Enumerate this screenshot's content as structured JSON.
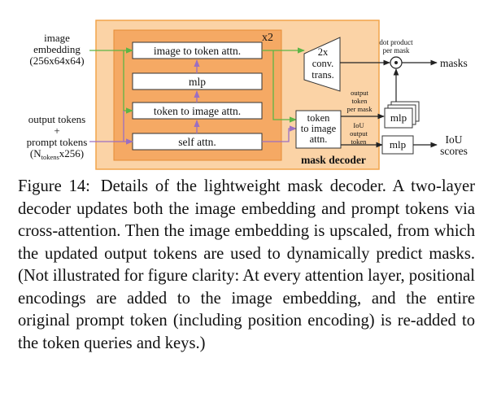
{
  "figure": {
    "inputs": {
      "image_embedding": [
        "image",
        "embedding",
        "(256x64x64)"
      ],
      "tokens_line1": "output tokens",
      "tokens_plus": "+",
      "tokens_line3": "prompt tokens",
      "tokens_shape_prefix": "(N",
      "tokens_shape_sub": "tokens",
      "tokens_shape_suffix": "x256)"
    },
    "repeat_label": "x2",
    "layers": {
      "image_to_token": "image to token attn.",
      "mlp": "mlp",
      "token_to_image": "token to image attn.",
      "self_attn": "self attn."
    },
    "upscale": [
      "2x",
      "conv.",
      "trans."
    ],
    "dot_product": [
      "dot product",
      "per mask"
    ],
    "final_attn": [
      "token",
      "to image",
      "attn."
    ],
    "output_token_per_mask": [
      "output",
      "token",
      "per mask"
    ],
    "iou_output_token": [
      "IoU",
      "output",
      "token"
    ],
    "mask_mlp": "mlp",
    "iou_mlp": "mlp",
    "outputs": {
      "masks": "masks",
      "iou": [
        "IoU",
        "scores"
      ]
    },
    "decoder_label": "mask decoder",
    "colors": {
      "decoder_bg": "#fbd3a6",
      "decoder_border": "#f2a44a",
      "layer_bg": "#f5a964",
      "image_arrow": "#5cb545",
      "token_arrow": "#9b6fc2",
      "dark_arrow": "#222222"
    }
  },
  "caption": {
    "label": "Figure 14:",
    "text": "Details of the lightweight mask decoder. A two-layer decoder updates both the image embedding and prompt tokens via cross-attention. Then the image embedding is upscaled, from which the updated output tokens are used to dynamically predict masks. (Not illustrated for figure clarity: At every attention layer, positional encodings are added to the image embedding, and the entire original prompt token (including position encoding) is re-added to the token queries and keys.)"
  }
}
